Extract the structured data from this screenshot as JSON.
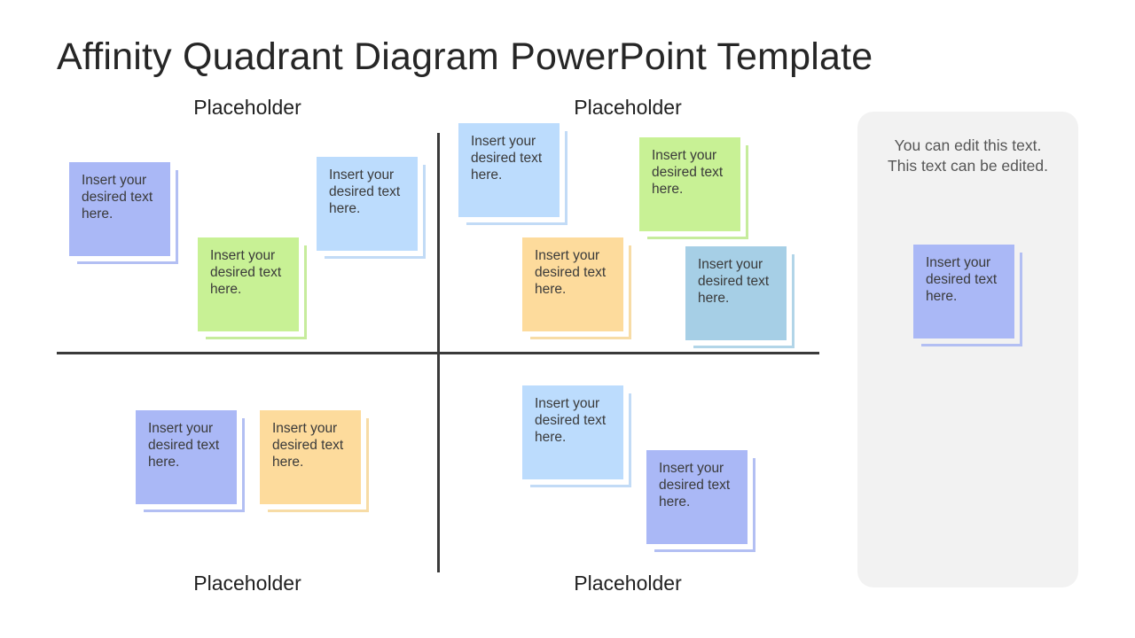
{
  "title": "Affinity Quadrant Diagram PowerPoint Template",
  "quadrant_labels": {
    "top_left": "Placeholder",
    "top_right": "Placeholder",
    "bottom_left": "Placeholder",
    "bottom_right": "Placeholder"
  },
  "colors": {
    "purple": {
      "face": "#aab8f6",
      "edge": "#b3bff3"
    },
    "green": {
      "face": "#c8f195",
      "edge": "#c6ec9c"
    },
    "blue": {
      "face": "#bcdcfd",
      "edge": "#c2dbf6"
    },
    "orange": {
      "face": "#fddb9c",
      "edge": "#f7dca6"
    },
    "teal": {
      "face": "#a6cfe6",
      "edge": "#b2d5e8"
    }
  },
  "notes": [
    {
      "quadrant": "top-left",
      "color": "purple",
      "line1": "Insert your",
      "line2": "desired text",
      "line3": "here."
    },
    {
      "quadrant": "top-left",
      "color": "green",
      "line1": "Insert your",
      "line2": "desired text",
      "line3": "here."
    },
    {
      "quadrant": "top-left",
      "color": "blue",
      "line1": "Insert your",
      "line2": "desired text",
      "line3": "here."
    },
    {
      "quadrant": "top-right",
      "color": "blue",
      "line1": "Insert your",
      "line2": "desired text",
      "line3": "here."
    },
    {
      "quadrant": "top-right",
      "color": "green",
      "line1": "Insert your",
      "line2": "desired text",
      "line3": "here."
    },
    {
      "quadrant": "top-right",
      "color": "orange",
      "line1": "Insert your",
      "line2": "desired text",
      "line3": "here."
    },
    {
      "quadrant": "top-right",
      "color": "teal",
      "line1": "Insert your",
      "line2": "desired text",
      "line3": "here."
    },
    {
      "quadrant": "bottom-left",
      "color": "purple",
      "line1": "Insert your",
      "line2": "desired text",
      "line3": "here."
    },
    {
      "quadrant": "bottom-left",
      "color": "orange",
      "line1": "Insert your",
      "line2": "desired text",
      "line3": "here."
    },
    {
      "quadrant": "bottom-right",
      "color": "blue",
      "line1": "Insert your",
      "line2": "desired text",
      "line3": "here."
    },
    {
      "quadrant": "bottom-right",
      "color": "purple",
      "line1": "Insert your",
      "line2": "desired text",
      "line3": "here."
    }
  ],
  "side_panel": {
    "line1": "You can edit this text.",
    "line2": "This text can be edited.",
    "note": {
      "color": "purple",
      "line1": "Insert your",
      "line2": "desired text",
      "line3": "here."
    }
  }
}
